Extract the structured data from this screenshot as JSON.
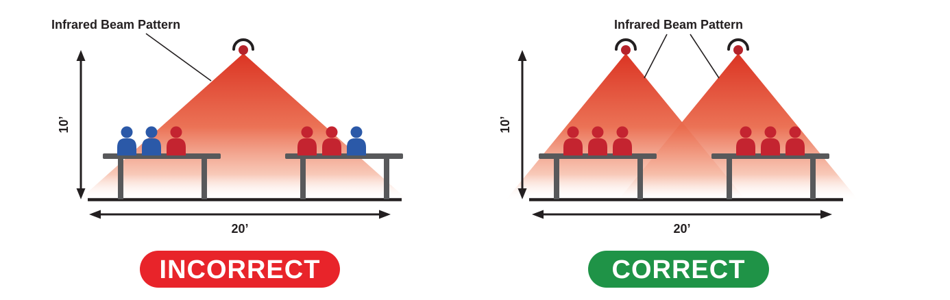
{
  "colors": {
    "beam_top": "#db3423",
    "beam_mid": "#ea6b4d",
    "emitter": "#b5232a",
    "person_covered": "#c42430",
    "person_uncovered": "#2b59a8",
    "table": "#58595b",
    "line": "#231f20",
    "badge_incorrect_bg": "#e8242a",
    "badge_correct_bg": "#1f9347",
    "badge_text": "#ffffff"
  },
  "panels": [
    {
      "name": "incorrect",
      "beam_label": "Infrared Beam Pattern",
      "height_label": "10’",
      "width_label": "20’",
      "verdict": "INCORRECT",
      "emitter_count": 1,
      "people": [
        "#2b59a8",
        "#2b59a8",
        "#c42430",
        "#c42430",
        "#c42430",
        "#2b59a8"
      ]
    },
    {
      "name": "correct",
      "beam_label": "Infrared Beam Pattern",
      "height_label": "10’",
      "width_label": "20’",
      "verdict": "CORRECT",
      "emitter_count": 2,
      "people": [
        "#c42430",
        "#c42430",
        "#c42430",
        "#c42430",
        "#c42430",
        "#c42430"
      ]
    }
  ]
}
